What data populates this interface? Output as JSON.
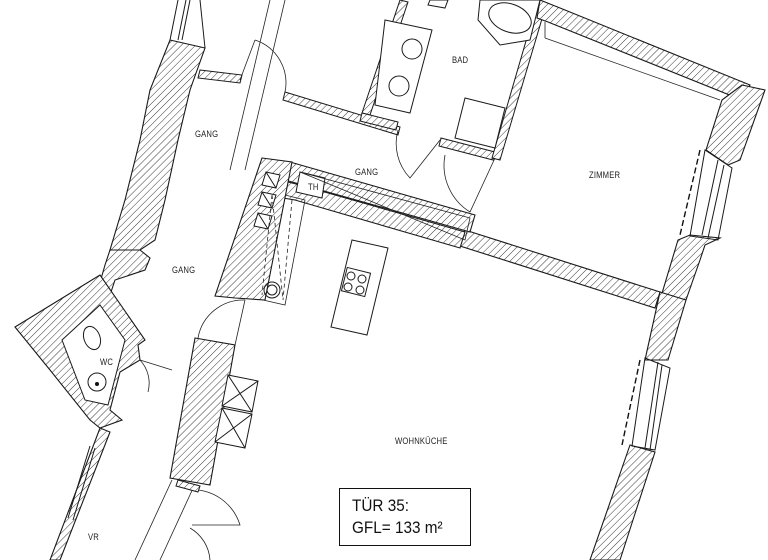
{
  "plan": {
    "type": "floor-plan",
    "rooms": [
      {
        "id": "bad",
        "label": "BAD"
      },
      {
        "id": "gang-upper",
        "label": "GANG"
      },
      {
        "id": "gang-middle",
        "label": "GANG"
      },
      {
        "id": "gang-left",
        "label": "GANG"
      },
      {
        "id": "th",
        "label": "TH"
      },
      {
        "id": "zimmer",
        "label": "ZIMMER"
      },
      {
        "id": "wc",
        "label": "WC"
      },
      {
        "id": "wohnkueche",
        "label": "WOHNKÜCHE"
      },
      {
        "id": "vr",
        "label": "VR"
      }
    ],
    "info_box": {
      "line1": "TÜR 35:",
      "line2": "GFL= 133 m²"
    },
    "colors": {
      "line": "#1a1a1a",
      "background": "#ffffff"
    }
  }
}
